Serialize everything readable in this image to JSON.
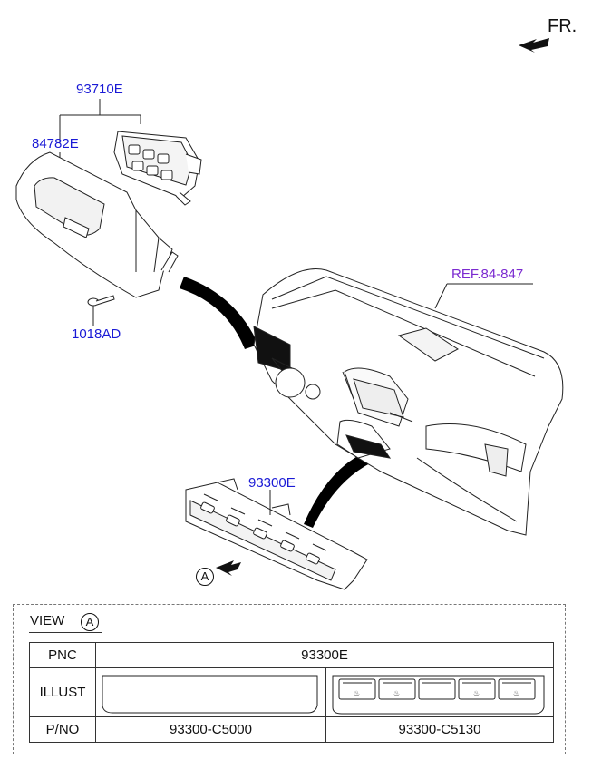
{
  "header": {
    "direction_label": "FR."
  },
  "callouts": {
    "switch_assy": "93710E",
    "garnish": "84782E",
    "screw": "1018AD",
    "reference": "REF.84-847",
    "heater_control": "93300E",
    "view_marker": "A"
  },
  "view_table": {
    "title": "VIEW",
    "marker": "A",
    "rows": {
      "pnc_label": "PNC",
      "pnc_value": "93300E",
      "illust_label": "ILLUST",
      "pno_label": "P/NO",
      "pno_1": "93300-C5000",
      "pno_2": "93300-C5130"
    }
  },
  "colors": {
    "callout_blue": "#1a1ad6",
    "reference_purple": "#7b2ad0",
    "line_art": "#222222"
  }
}
